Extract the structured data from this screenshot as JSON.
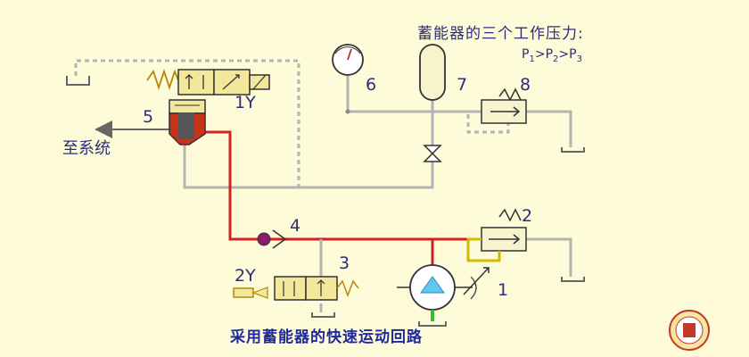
{
  "header": {
    "title": "蓄能器的三个工作压力:",
    "relation": {
      "p1": "P",
      "s1": "1",
      "p2": "P",
      "s2": "2",
      "p3": "P",
      "s3": "3",
      "gt": ">"
    }
  },
  "labels": {
    "n1": "1",
    "n2": "2",
    "n3": "3",
    "n4": "4",
    "n5": "5",
    "n6": "6",
    "n7": "7",
    "n8": "8",
    "sol1": "1Y",
    "sol2": "2Y",
    "to_system": "至系统"
  },
  "caption": "采用蓄能器的快速运动回路",
  "colors": {
    "background": "#fdfbd8",
    "active_line": "#d42020",
    "idle_line": "#b4b4b4",
    "valve_outline": "#333333",
    "valve_fill": "#f2e79b",
    "label_text": "#2d2d7a",
    "suction_line": "#2fbf2f"
  }
}
